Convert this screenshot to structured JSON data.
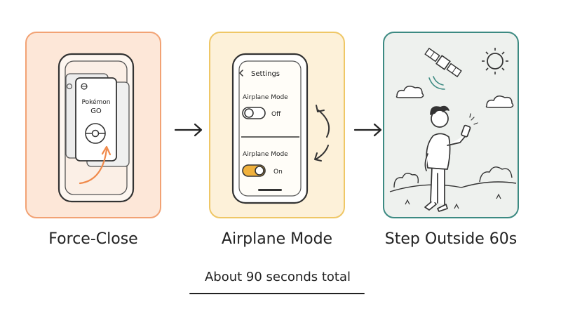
{
  "steps": [
    {
      "caption": "Force-Close",
      "app_card_title_line1": "Pokémon",
      "app_card_title_line2": "GO"
    },
    {
      "caption": "Airplane Mode",
      "screen_title": "Settings",
      "toggle_off_label": "Airplane Mode",
      "toggle_off_state": "Off",
      "toggle_on_label": "Airplane Mode",
      "toggle_on_state": "On"
    },
    {
      "caption": "Step Outside 60s"
    }
  ],
  "footer": "About 90 seconds total",
  "colors": {
    "panel1_border": "#f2a274",
    "panel2_border": "#efc766",
    "panel3_border": "#3c8a82",
    "toggle_on": "#f0b13c",
    "swipe_arrow": "#f08a4b"
  }
}
